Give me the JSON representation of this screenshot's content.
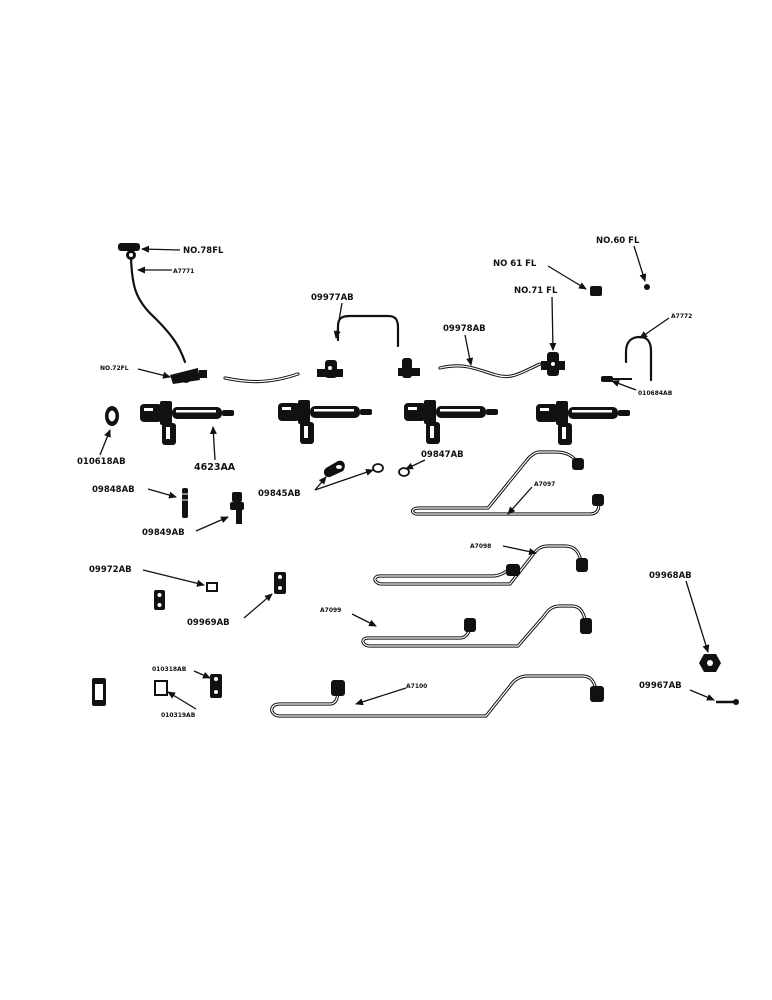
{
  "parts": [
    {
      "id": "p78",
      "label": "NO.78FL"
    },
    {
      "id": "pA7771",
      "label": "A7771"
    },
    {
      "id": "p09977",
      "label": "09977AB"
    },
    {
      "id": "p61",
      "label": "NO 61 FL"
    },
    {
      "id": "p60",
      "label": "NO.60 FL"
    },
    {
      "id": "p71",
      "label": "NO.71 FL"
    },
    {
      "id": "p09978",
      "label": "09978AB"
    },
    {
      "id": "pA7772",
      "label": "A7772"
    },
    {
      "id": "p72",
      "label": "NO.72FL"
    },
    {
      "id": "p010684",
      "label": "010684AB"
    },
    {
      "id": "p010618",
      "label": "010618AB"
    },
    {
      "id": "p4623",
      "label": "4623AA"
    },
    {
      "id": "p09847",
      "label": "09847AB"
    },
    {
      "id": "p09845",
      "label": "09845AB"
    },
    {
      "id": "p09848",
      "label": "09848AB"
    },
    {
      "id": "pA7097",
      "label": "A7097"
    },
    {
      "id": "p09849",
      "label": "09849AB"
    },
    {
      "id": "pA7098",
      "label": "A7098"
    },
    {
      "id": "p09972",
      "label": "09972AB"
    },
    {
      "id": "p09968",
      "label": "09968AB"
    },
    {
      "id": "p09969",
      "label": "09969AB"
    },
    {
      "id": "pA7099",
      "label": "A7099"
    },
    {
      "id": "p010318a",
      "label": "010318AB"
    },
    {
      "id": "pA7100",
      "label": "A7100"
    },
    {
      "id": "p09967",
      "label": "09967AB"
    },
    {
      "id": "p010319",
      "label": "010319AB"
    }
  ]
}
